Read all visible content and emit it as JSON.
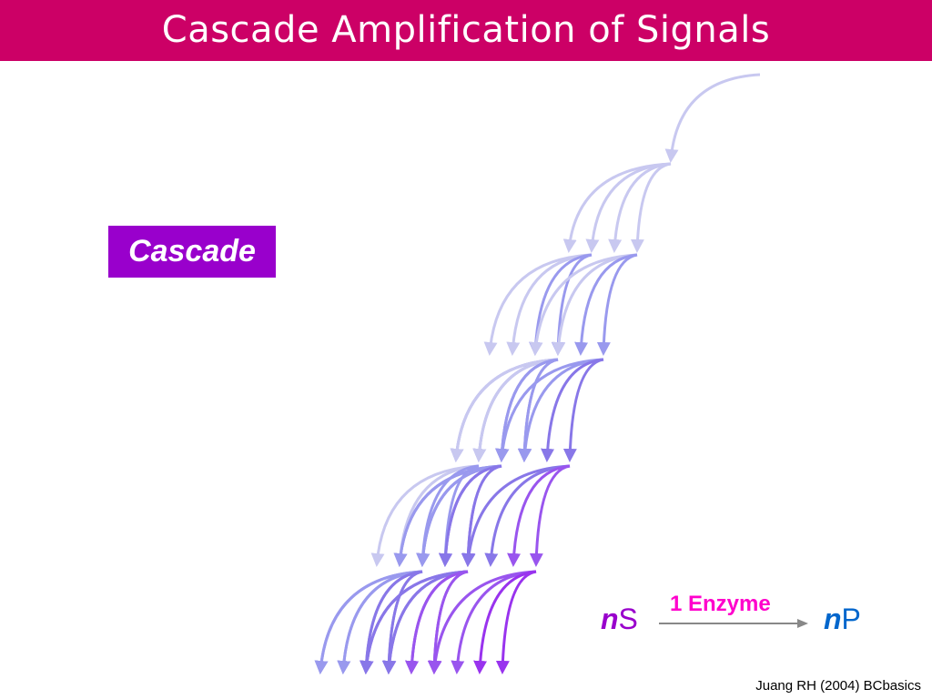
{
  "slide": {
    "title": "Cascade Amplification of Signals",
    "label": "Cascade",
    "credit": "Juang RH (2004) BCbasics"
  },
  "reaction": {
    "coefficient_left": "n",
    "substrate": "S",
    "enzyme": "1 Enzyme",
    "coefficient_right": "n",
    "product": "P"
  },
  "colors": {
    "title_bar": "#cc0066",
    "label_bg": "#9900cc",
    "level_1": "#c8c8f0",
    "level_2": "#9999ee",
    "level_3": "#8877e8",
    "level_4": "#9955ee",
    "level_5": "#9933ee",
    "enzyme_text": "#ff00cc",
    "product_text": "#0066cc"
  }
}
